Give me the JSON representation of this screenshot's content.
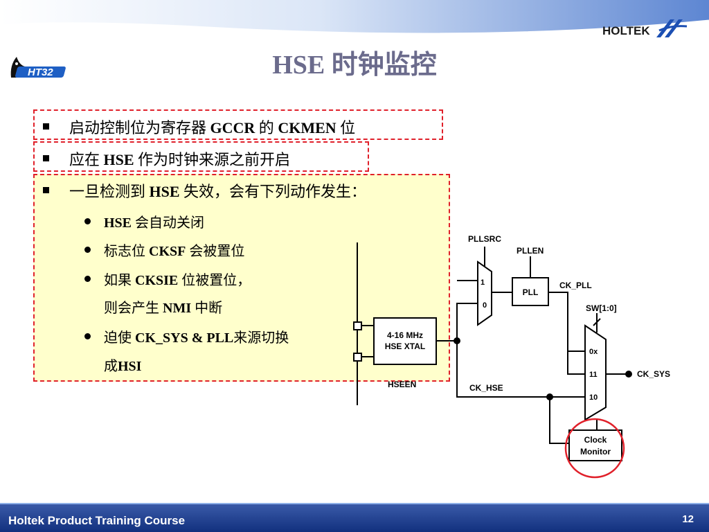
{
  "slide": {
    "title": "HSE 时钟监控",
    "page_number": "12",
    "footer": "Holtek Product Training Course",
    "logos": {
      "left": "HT32",
      "right": "HOLTEK"
    }
  },
  "bullets": {
    "b1": {
      "pre": "启动控制位为寄存器 ",
      "b1": "GCCR",
      "mid": " 的 ",
      "b2": "CKMEN",
      "post": " 位"
    },
    "b2": {
      "pre": "应在 ",
      "b1": "HSE",
      "post": " 作为时钟来源之前开启"
    },
    "b3": {
      "pre": "一旦检测到 ",
      "b1": "HSE",
      "post": " 失效，会有下列动作发生："
    },
    "s1": {
      "b1": "HSE",
      "post": " 会自动关闭"
    },
    "s2": {
      "pre": "标志位 ",
      "b1": "CKSF",
      "post": " 会被置位"
    },
    "s3": {
      "pre": "如果 ",
      "b1": "CKSIE",
      "post": " 位被置位，"
    },
    "s3b": {
      "pre": "则会产生 ",
      "b1": "NMI",
      "post": " 中断"
    },
    "s4": {
      "pre": "迫使 ",
      "b1": "CK_SYS & PLL",
      "post": "来源切换"
    },
    "s4b": {
      "pre": "成",
      "b1": "HSI"
    }
  },
  "diagram": {
    "pllsrc": "PLLSRC",
    "mux1_in1": "1",
    "mux1_in0": "0",
    "pllen": "PLLEN",
    "pll": "PLL",
    "ck_pll": "CK_PLL",
    "sw": "SW[1:0]",
    "mux2_0x": "0x",
    "mux2_11": "11",
    "mux2_10": "10",
    "ck_sys": "CK_SYS",
    "xtal_line1": "4-16 MHz",
    "xtal_line2": "HSE XTAL",
    "hseen": "HSEEN",
    "ck_hse": "CK_HSE",
    "monitor_line1": "Clock",
    "monitor_line2": "Monitor"
  },
  "colors": {
    "highlight_border": "#e0202a",
    "highlight_fill": "#ffffcc",
    "title": "#6b6b8c",
    "footer": "#1a3a8a"
  }
}
